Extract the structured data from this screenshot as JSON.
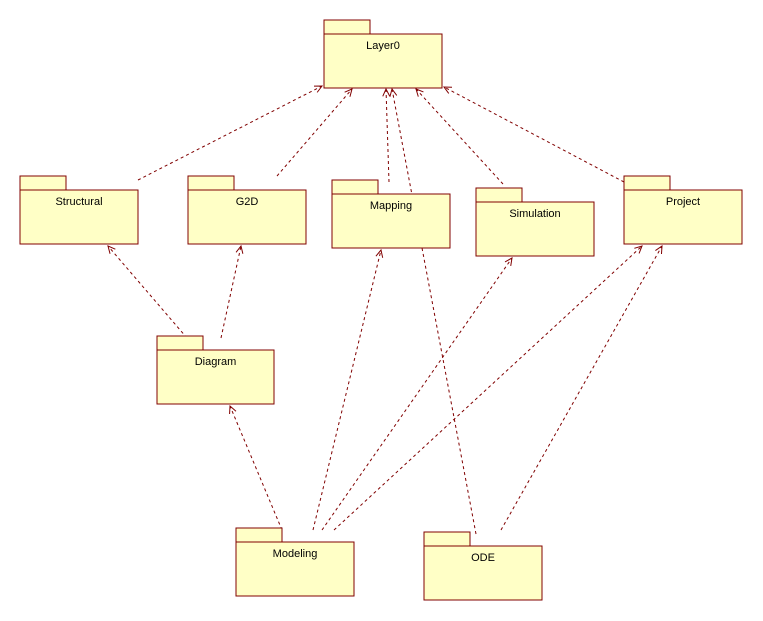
{
  "diagram": {
    "colors": {
      "package_fill": "#ffffc6",
      "line": "#800000",
      "text": "#000000"
    },
    "packages": [
      {
        "id": "layer0",
        "label": "Layer0"
      },
      {
        "id": "structural",
        "label": "Structural"
      },
      {
        "id": "g2d",
        "label": "G2D"
      },
      {
        "id": "mapping",
        "label": "Mapping"
      },
      {
        "id": "simulation",
        "label": "Simulation"
      },
      {
        "id": "project",
        "label": "Project"
      },
      {
        "id": "diagram",
        "label": "Diagram"
      },
      {
        "id": "modeling",
        "label": "Modeling"
      },
      {
        "id": "ode",
        "label": "ODE"
      }
    ],
    "dependencies": [
      {
        "from": "structural",
        "to": "layer0"
      },
      {
        "from": "g2d",
        "to": "layer0"
      },
      {
        "from": "mapping",
        "to": "layer0"
      },
      {
        "from": "simulation",
        "to": "layer0"
      },
      {
        "from": "project",
        "to": "layer0"
      },
      {
        "from": "ode",
        "to": "layer0"
      },
      {
        "from": "diagram",
        "to": "structural"
      },
      {
        "from": "diagram",
        "to": "g2d"
      },
      {
        "from": "modeling",
        "to": "diagram"
      },
      {
        "from": "modeling",
        "to": "mapping"
      },
      {
        "from": "modeling",
        "to": "simulation"
      },
      {
        "from": "modeling",
        "to": "project"
      },
      {
        "from": "ode",
        "to": "project"
      }
    ]
  }
}
